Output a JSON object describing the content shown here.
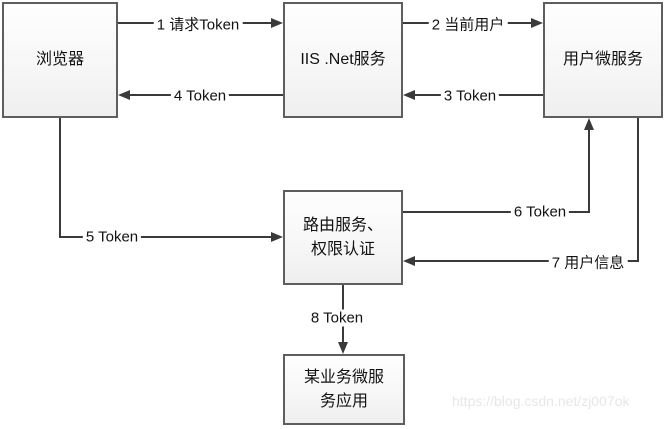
{
  "diagram": {
    "title_context": "Token auth flow diagram",
    "boxes": {
      "browser": {
        "label": "浏览器"
      },
      "iis": {
        "label": "IIS .Net服务"
      },
      "user_svc": {
        "label": "用户微服务"
      },
      "router": {
        "line1": "路由服务、",
        "line2": "权限认证"
      },
      "business": {
        "line1": "某业务微服",
        "line2": "务应用"
      }
    },
    "edges": {
      "e1": {
        "label": "1 请求Token",
        "from": "browser",
        "to": "iis"
      },
      "e2": {
        "label": "2 当前用户",
        "from": "iis",
        "to": "user_svc"
      },
      "e3": {
        "label": "3 Token",
        "from": "user_svc",
        "to": "iis"
      },
      "e4": {
        "label": "4 Token",
        "from": "iis",
        "to": "browser"
      },
      "e5": {
        "label": "5 Token",
        "from": "browser",
        "to": "router"
      },
      "e6": {
        "label": "6 Token",
        "from": "router",
        "to": "user_svc"
      },
      "e7": {
        "label": "7 用户信息",
        "from": "user_svc",
        "to": "router"
      },
      "e8": {
        "label": "8 Token",
        "from": "router",
        "to": "business"
      }
    },
    "colors": {
      "line": "#3a3a3a",
      "box_border": "#5e5e5e",
      "box_fill_top": "#fefefe",
      "box_fill_bottom": "#efefef",
      "text": "#121212",
      "watermark": "#e7e7e7"
    },
    "watermark": "https://blog.csdn.net/zj007ok"
  }
}
